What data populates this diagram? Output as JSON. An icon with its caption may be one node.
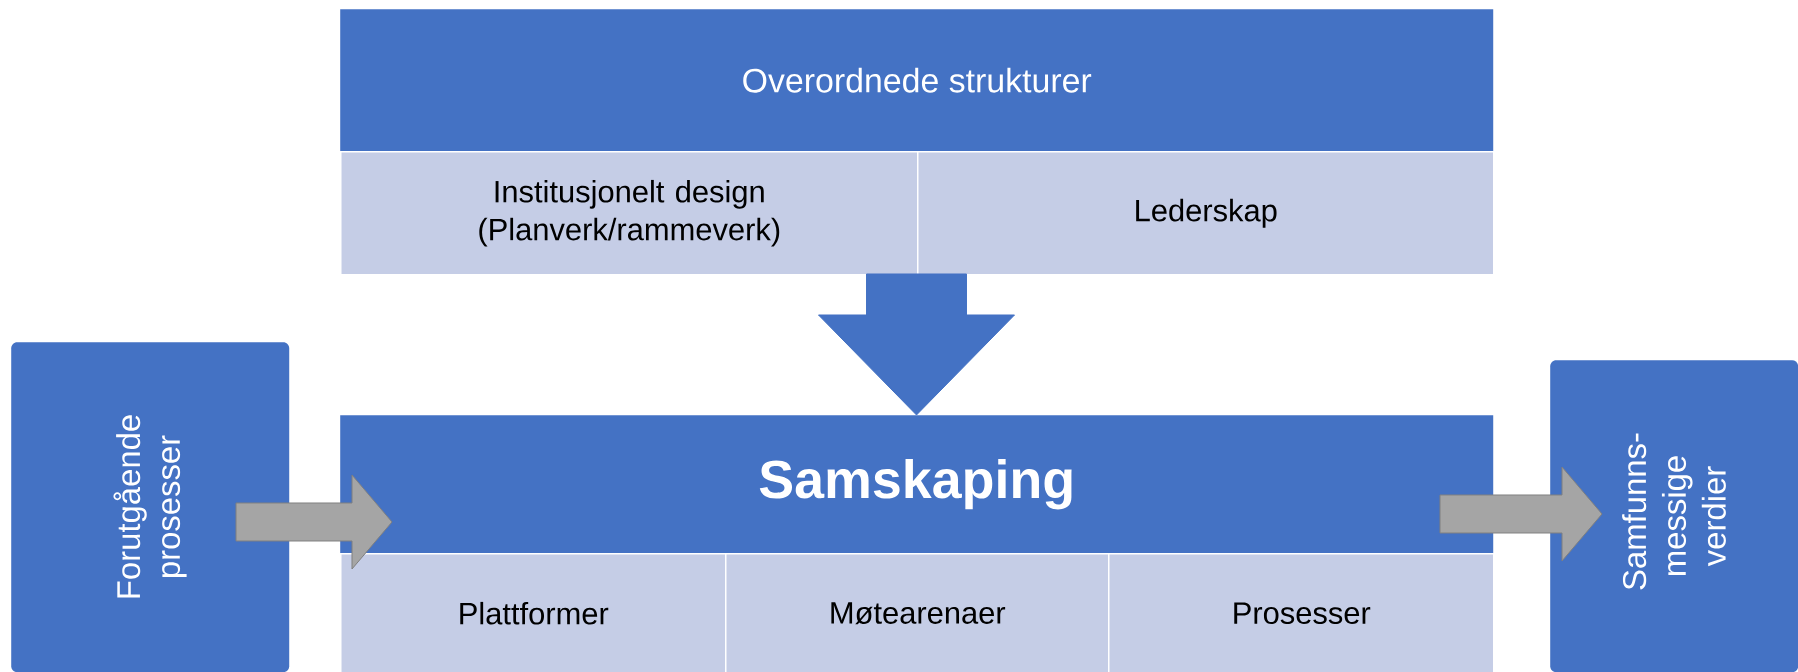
{
  "diagram": {
    "nodes": [
      {
        "text": [
          "Overordnede strukturer"
        ]
      },
      {
        "text": [
          "Institusjonelt design (Planverk/rammeverk)"
        ]
      },
      {
        "text": [
          "Lederskap"
        ]
      },
      {
        "text": [
          "Samskaping"
        ]
      },
      {
        "text": [
          "Plattformer"
        ]
      },
      {
        "text": [
          "Møtearenaer"
        ]
      },
      {
        "text": [
          "Prosesser"
        ]
      },
      {
        "text": [
          "Forutgående prosesser"
        ]
      },
      {
        "text": [
          "Samfunns-messige verdier"
        ]
      }
    ],
    "edges": [
      {
        "from": 0,
        "to": 3,
        "arrow": "to"
      },
      {
        "from": 7,
        "to": 3,
        "arrow": "to",
        "color": "#a5a5a5"
      },
      {
        "from": 3,
        "to": 8,
        "arrow": "to",
        "color": "#a5a5a5"
      }
    ]
  }
}
